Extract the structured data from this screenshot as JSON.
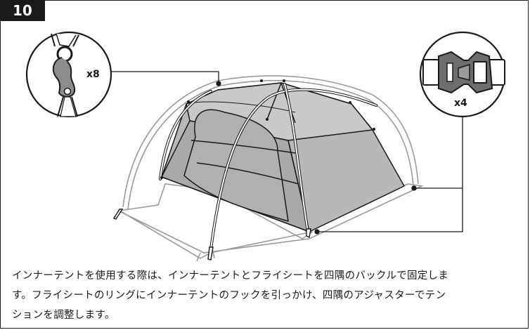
{
  "step": {
    "number": "10"
  },
  "callouts": {
    "hook_ring": {
      "label": "x8",
      "icon": "hook-ring-icon"
    },
    "buckle": {
      "label": "x4",
      "icon": "buckle-icon"
    }
  },
  "instructions": {
    "lines": [
      "インナーテントを使用する際は、インナーテントとフライシートを四隅のバックルで固定しま",
      "す。フライシートのリングにインナーテントのフックを引っかけ、四隅のアジャスターでテン",
      "ションを調整します。"
    ]
  },
  "colors": {
    "ink": "#1a1a1a",
    "tent_fill": "#b5b5b5",
    "fly_line": "#8a8a8a"
  }
}
